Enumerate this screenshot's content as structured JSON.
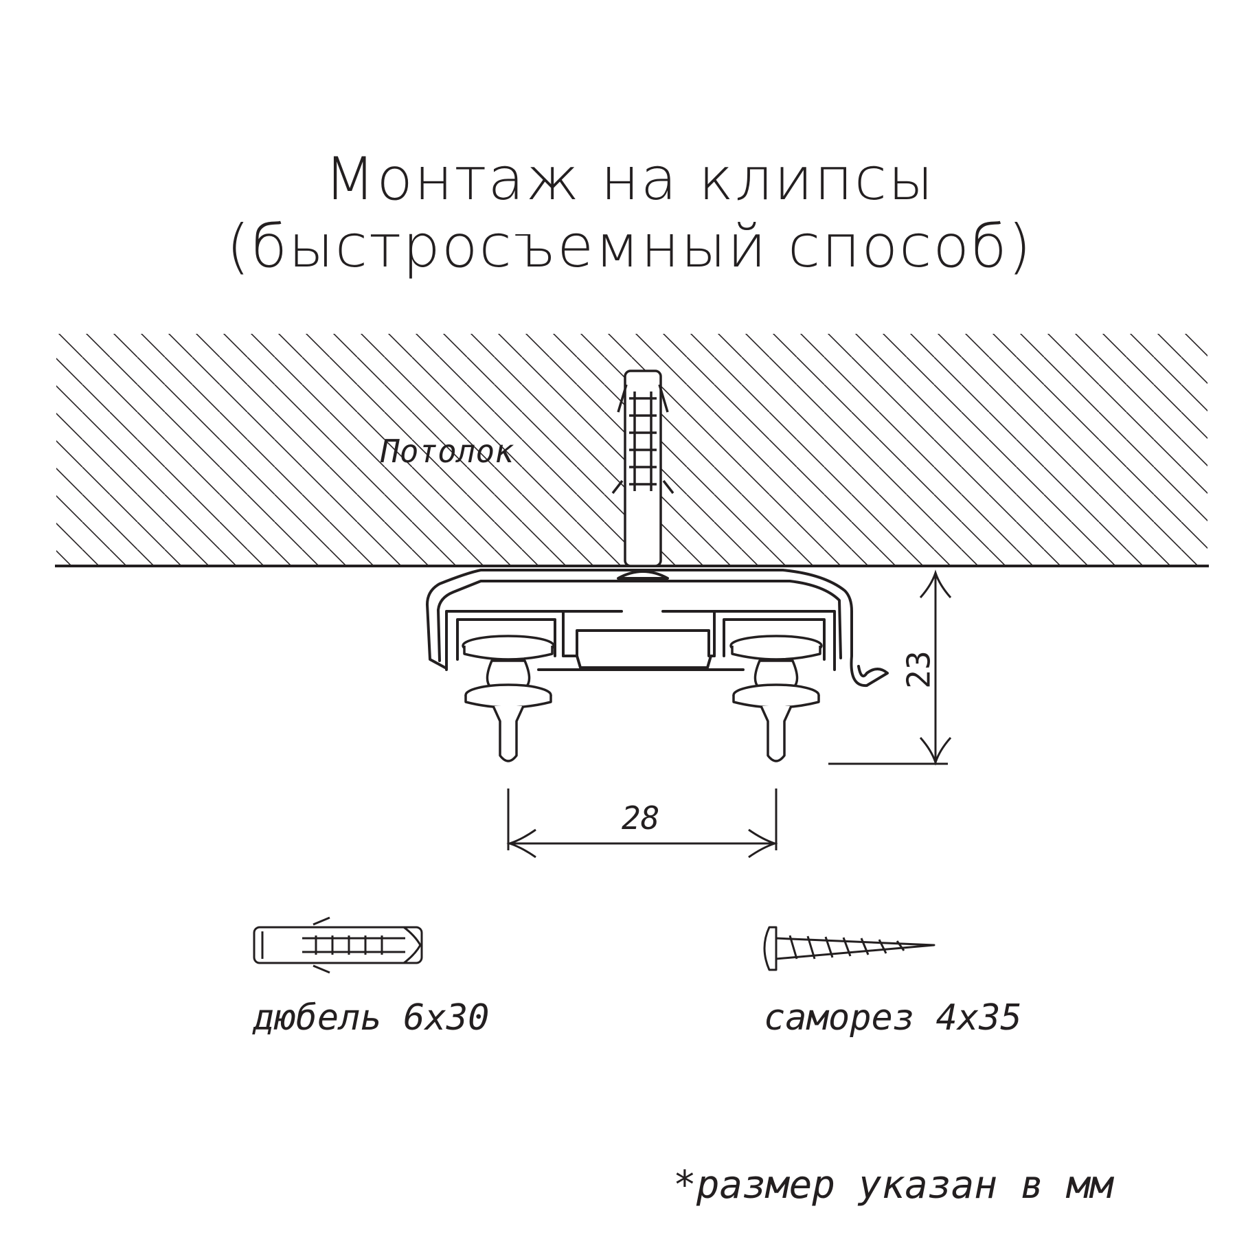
{
  "title": {
    "line1": "Монтаж на клипсы",
    "line2": "(быстросъемный способ)"
  },
  "labels": {
    "ceiling": "Потолок",
    "dim_height": "23",
    "dim_width": "28",
    "dowel": "дюбель 6х30",
    "screw": "саморез 4х35",
    "footnote": "*размер указан в мм"
  },
  "colors": {
    "ink": "#231f20",
    "background": "#ffffff"
  }
}
